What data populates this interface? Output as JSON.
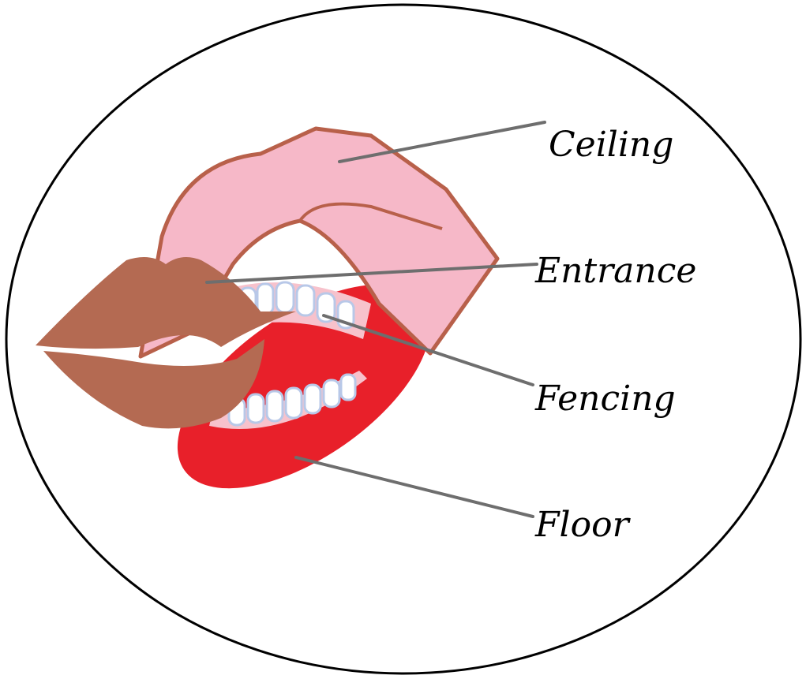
{
  "diagram": {
    "labels": {
      "ceiling": "Ceiling",
      "entrance": "Entrance",
      "fencing": "Fencing",
      "floor": "Floor"
    },
    "colors": {
      "ceiling": "#f6b8c8",
      "ceiling_outline": "#b8604a",
      "floor": "#e8202a",
      "lips": "#b46a52",
      "gums": "#f7c2cc",
      "teeth": "#ffffff",
      "teeth_outline": "#b8c8e8",
      "leader": "#6e6e6e"
    }
  }
}
